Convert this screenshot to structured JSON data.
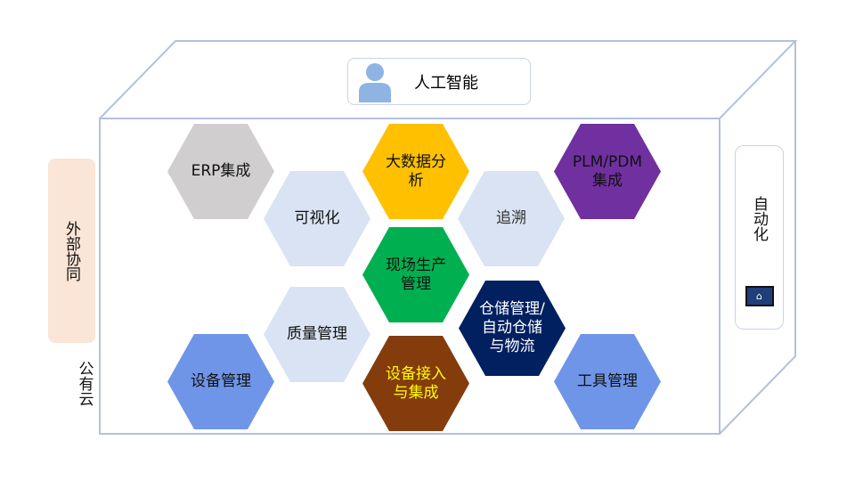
{
  "top": {
    "label": "人工智能",
    "icon": "person-icon"
  },
  "left": {
    "collab_label": "外部协同",
    "cloud_label": "公有云"
  },
  "right": {
    "label": "自动化",
    "icon": "smart-home-icon"
  },
  "hexagons": [
    {
      "label": "ERP集成",
      "color": "#d0cece",
      "text_color": "#111111"
    },
    {
      "label": "可视化",
      "color": "#dae3f3",
      "text_color": "#111111"
    },
    {
      "label": "大数据分析",
      "color": "#ffc000",
      "text_color": "#111111"
    },
    {
      "label": "追溯",
      "color": "#dae3f3",
      "text_color": "#333333"
    },
    {
      "label": "PLM/PDM集成",
      "color": "#7030a0",
      "text_color": "#111111"
    },
    {
      "label": "现场生产管理",
      "color": "#00b050",
      "text_color": "#111111"
    },
    {
      "label": "质量管理",
      "color": "#dae3f3",
      "text_color": "#111111"
    },
    {
      "label": "仓储管理/自动仓储与物流",
      "color": "#002060",
      "text_color": "#ffffff"
    },
    {
      "label": "设备管理",
      "color": "#6f95e8",
      "text_color": "#111111"
    },
    {
      "label": "设备接入与集成",
      "color": "#843c0c",
      "text_color": "#ffff00"
    },
    {
      "label": "工具管理",
      "color": "#6f95e8",
      "text_color": "#111111"
    }
  ]
}
